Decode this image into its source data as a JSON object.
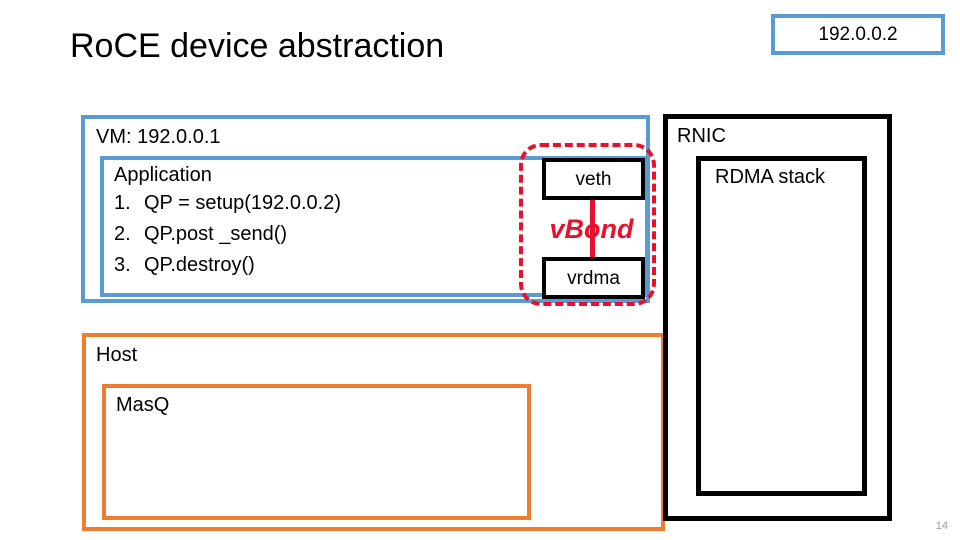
{
  "slide": {
    "title": "RoCE device abstraction",
    "number": "14",
    "colors": {
      "blue": "#5B9BD5",
      "orange": "#ED7D31",
      "red": "#E8112D",
      "black": "#000000"
    }
  },
  "peer_badge": {
    "address": "192.0.0.2"
  },
  "vm": {
    "label": "VM: 192.0.0.1",
    "application": {
      "label": "Application",
      "steps": [
        {
          "num": "1.",
          "text": "QP = setup(192.0.0.2)"
        },
        {
          "num": "2.",
          "text": "QP.post _send()"
        },
        {
          "num": "3.",
          "text": "QP.destroy()"
        }
      ]
    }
  },
  "vbond": {
    "label": "vBond",
    "veth": "veth",
    "vrdma": "vrdma"
  },
  "host": {
    "label": "Host",
    "masq": {
      "label": "MasQ"
    }
  },
  "rnic": {
    "label": "RNIC",
    "rdma_stack": {
      "label": "RDMA stack"
    }
  }
}
